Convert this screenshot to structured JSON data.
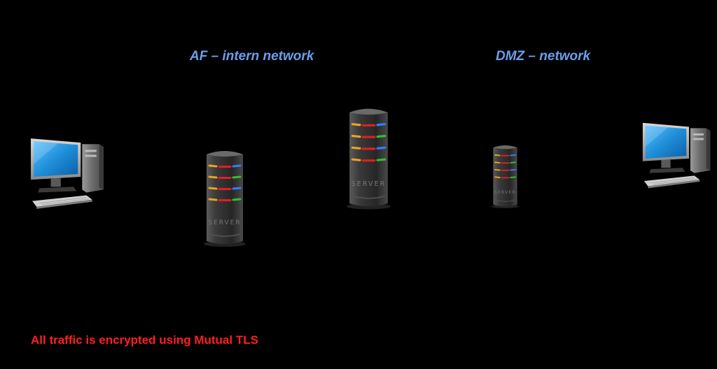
{
  "zones": {
    "internal": {
      "label": "AF – intern network"
    },
    "dmz": {
      "label": "DMZ – network"
    }
  },
  "footnote": {
    "text": "All traffic is encrypted using Mutual TLS"
  },
  "icons": {
    "client_left": "desktop-computer-icon",
    "server_internal": "server-tower-icon",
    "server_central": "server-tower-icon",
    "server_dmz": "server-tower-icon",
    "client_right": "desktop-computer-icon"
  },
  "colors": {
    "background": "#000000",
    "zone_label": "#6d9eeb",
    "footnote": "#ff2020",
    "screen": "#1f8fd8",
    "led_orange": "#f0a020",
    "led_red": "#e02020",
    "led_green": "#30c030",
    "led_blue": "#2f7fff"
  }
}
